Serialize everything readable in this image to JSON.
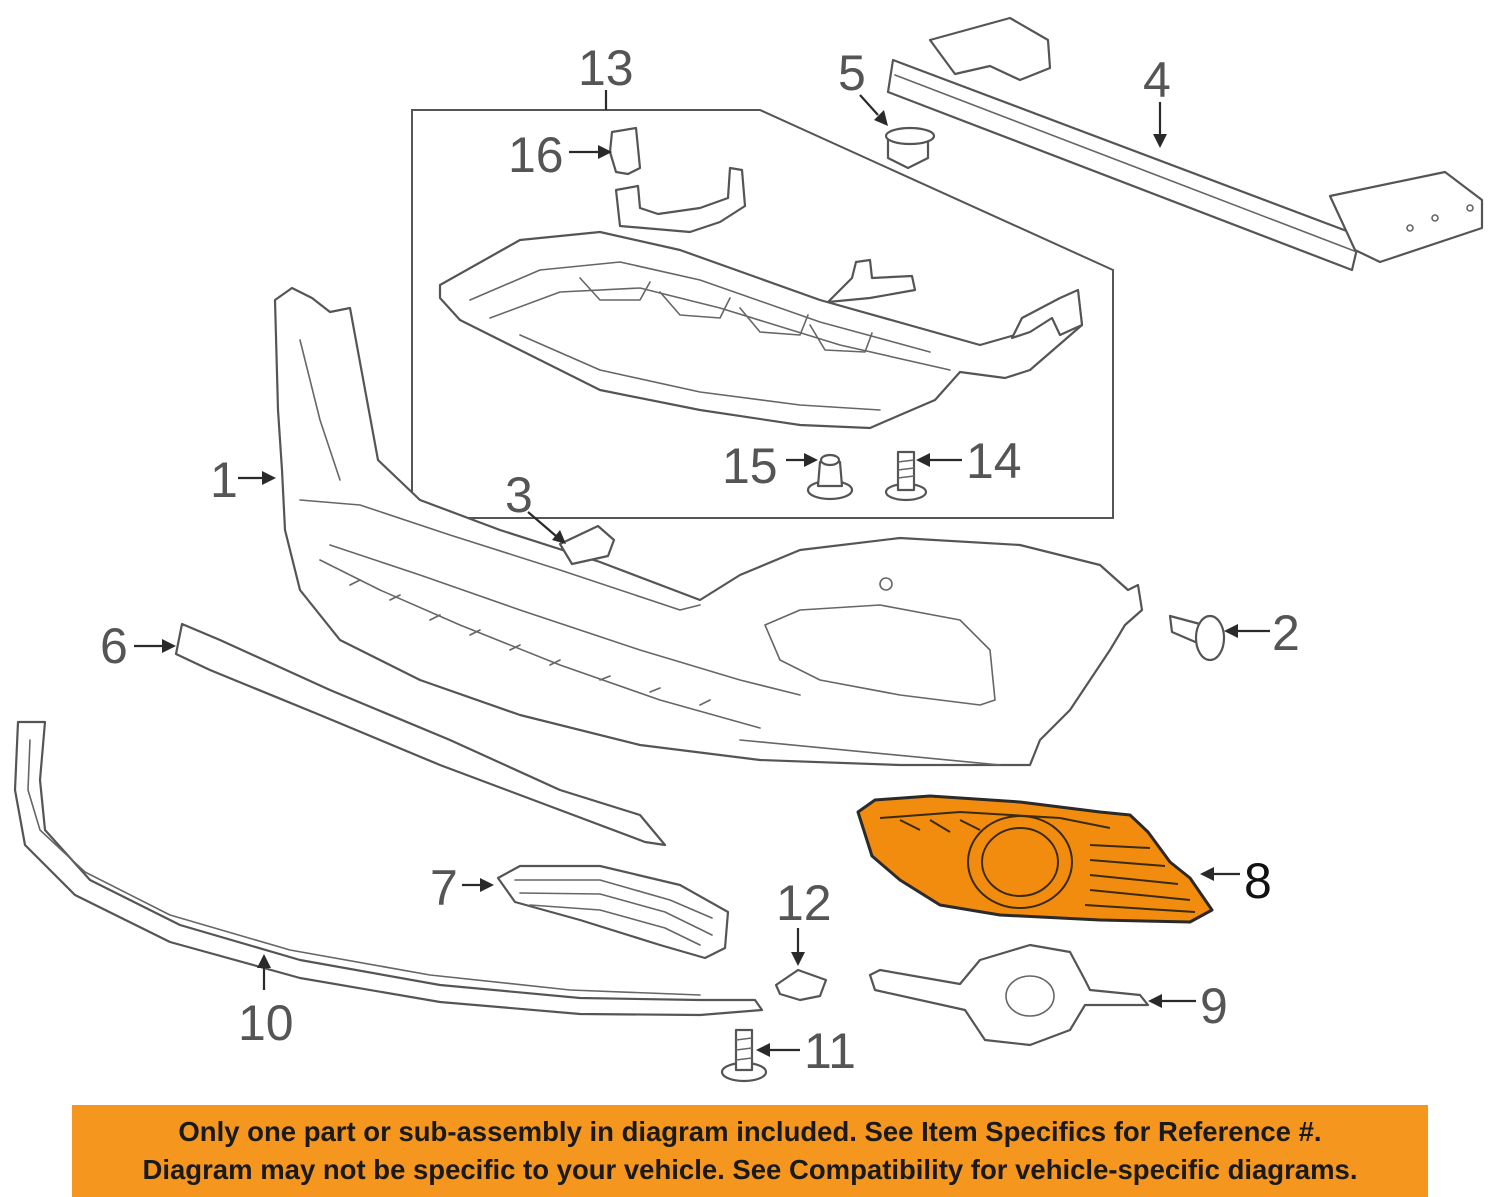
{
  "callouts": [
    {
      "id": "1",
      "label": "1"
    },
    {
      "id": "2",
      "label": "2"
    },
    {
      "id": "3",
      "label": "3"
    },
    {
      "id": "4",
      "label": "4"
    },
    {
      "id": "5",
      "label": "5"
    },
    {
      "id": "6",
      "label": "6"
    },
    {
      "id": "7",
      "label": "7"
    },
    {
      "id": "8",
      "label": "8"
    },
    {
      "id": "9",
      "label": "9"
    },
    {
      "id": "10",
      "label": "10"
    },
    {
      "id": "11",
      "label": "11"
    },
    {
      "id": "12",
      "label": "12"
    },
    {
      "id": "13",
      "label": "13"
    },
    {
      "id": "14",
      "label": "14"
    },
    {
      "id": "15",
      "label": "15"
    },
    {
      "id": "16",
      "label": "16"
    }
  ],
  "highlighted_part": "8",
  "colors": {
    "highlight": "#f28c0e",
    "notice_background": "#f5961e",
    "line": "#555555"
  },
  "notice": {
    "line1": "Only one part or sub-assembly in diagram included. See Item Specifics for Reference #.",
    "line2": "Diagram may not be specific to your vehicle. See Compatibility for vehicle-specific diagrams."
  }
}
